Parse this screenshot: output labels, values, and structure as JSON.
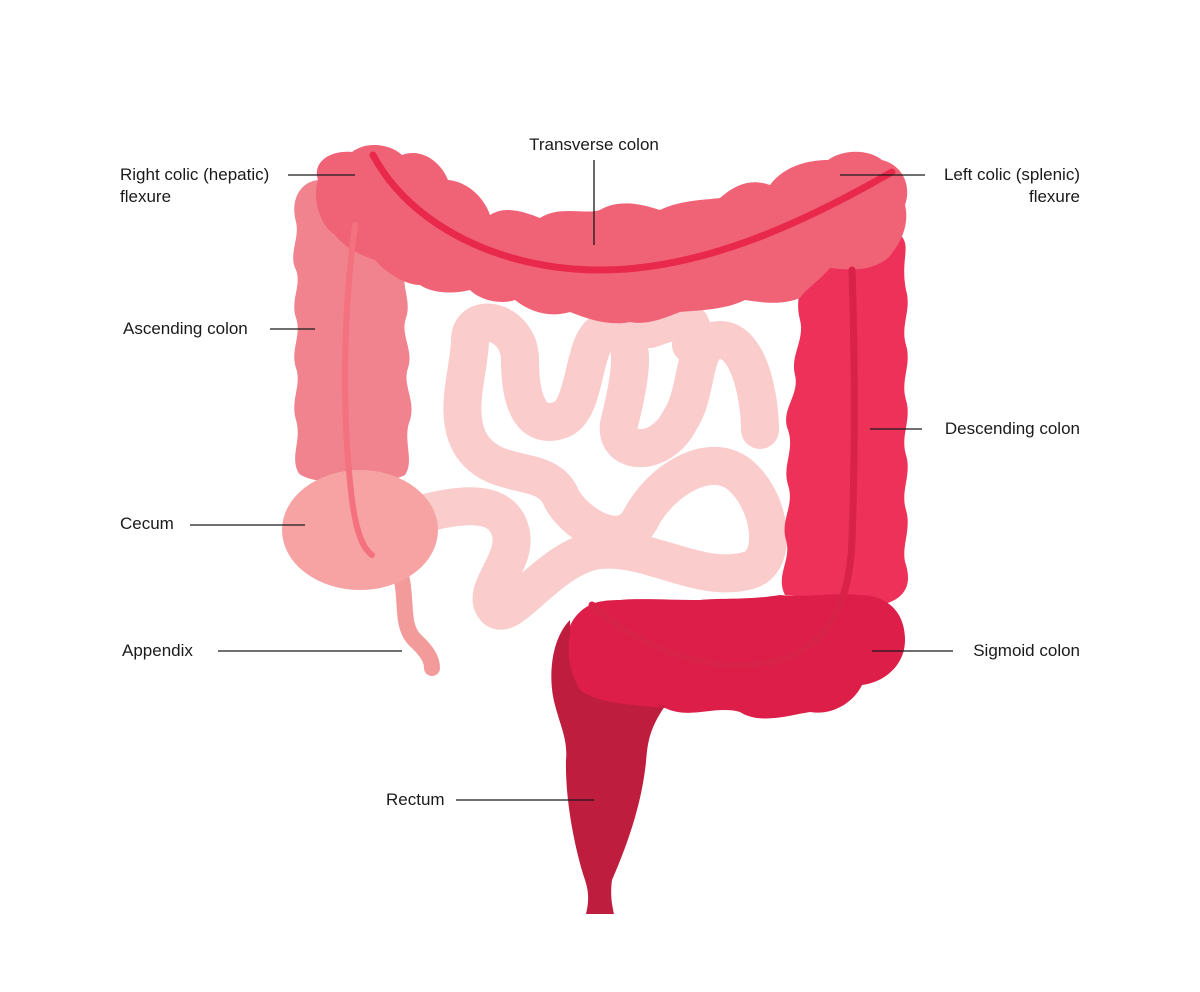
{
  "labels": {
    "transverse": "Transverse colon",
    "hepatic_line1": "Right colic (hepatic)",
    "hepatic_line2": "flexure",
    "splenic_line1": "Left colic (splenic)",
    "splenic_line2": "flexure",
    "ascending": "Ascending colon",
    "descending": "Descending colon",
    "cecum": "Cecum",
    "appendix": "Appendix",
    "sigmoid": "Sigmoid colon",
    "rectum": "Rectum"
  },
  "colors": {
    "ascending": "#f0838d",
    "transverse": "#f06376",
    "descending": "#ee3159",
    "sigmoid": "#dc1e48",
    "rectum": "#bf1d3e",
    "cecum": "#f7a3a3",
    "appendix": "#f39a9b",
    "small_intestine": "#facccb",
    "taenia_line_light": "#f4717f",
    "taenia_line_dark": "#e12b50",
    "leader_line": "#1a1a1a"
  }
}
